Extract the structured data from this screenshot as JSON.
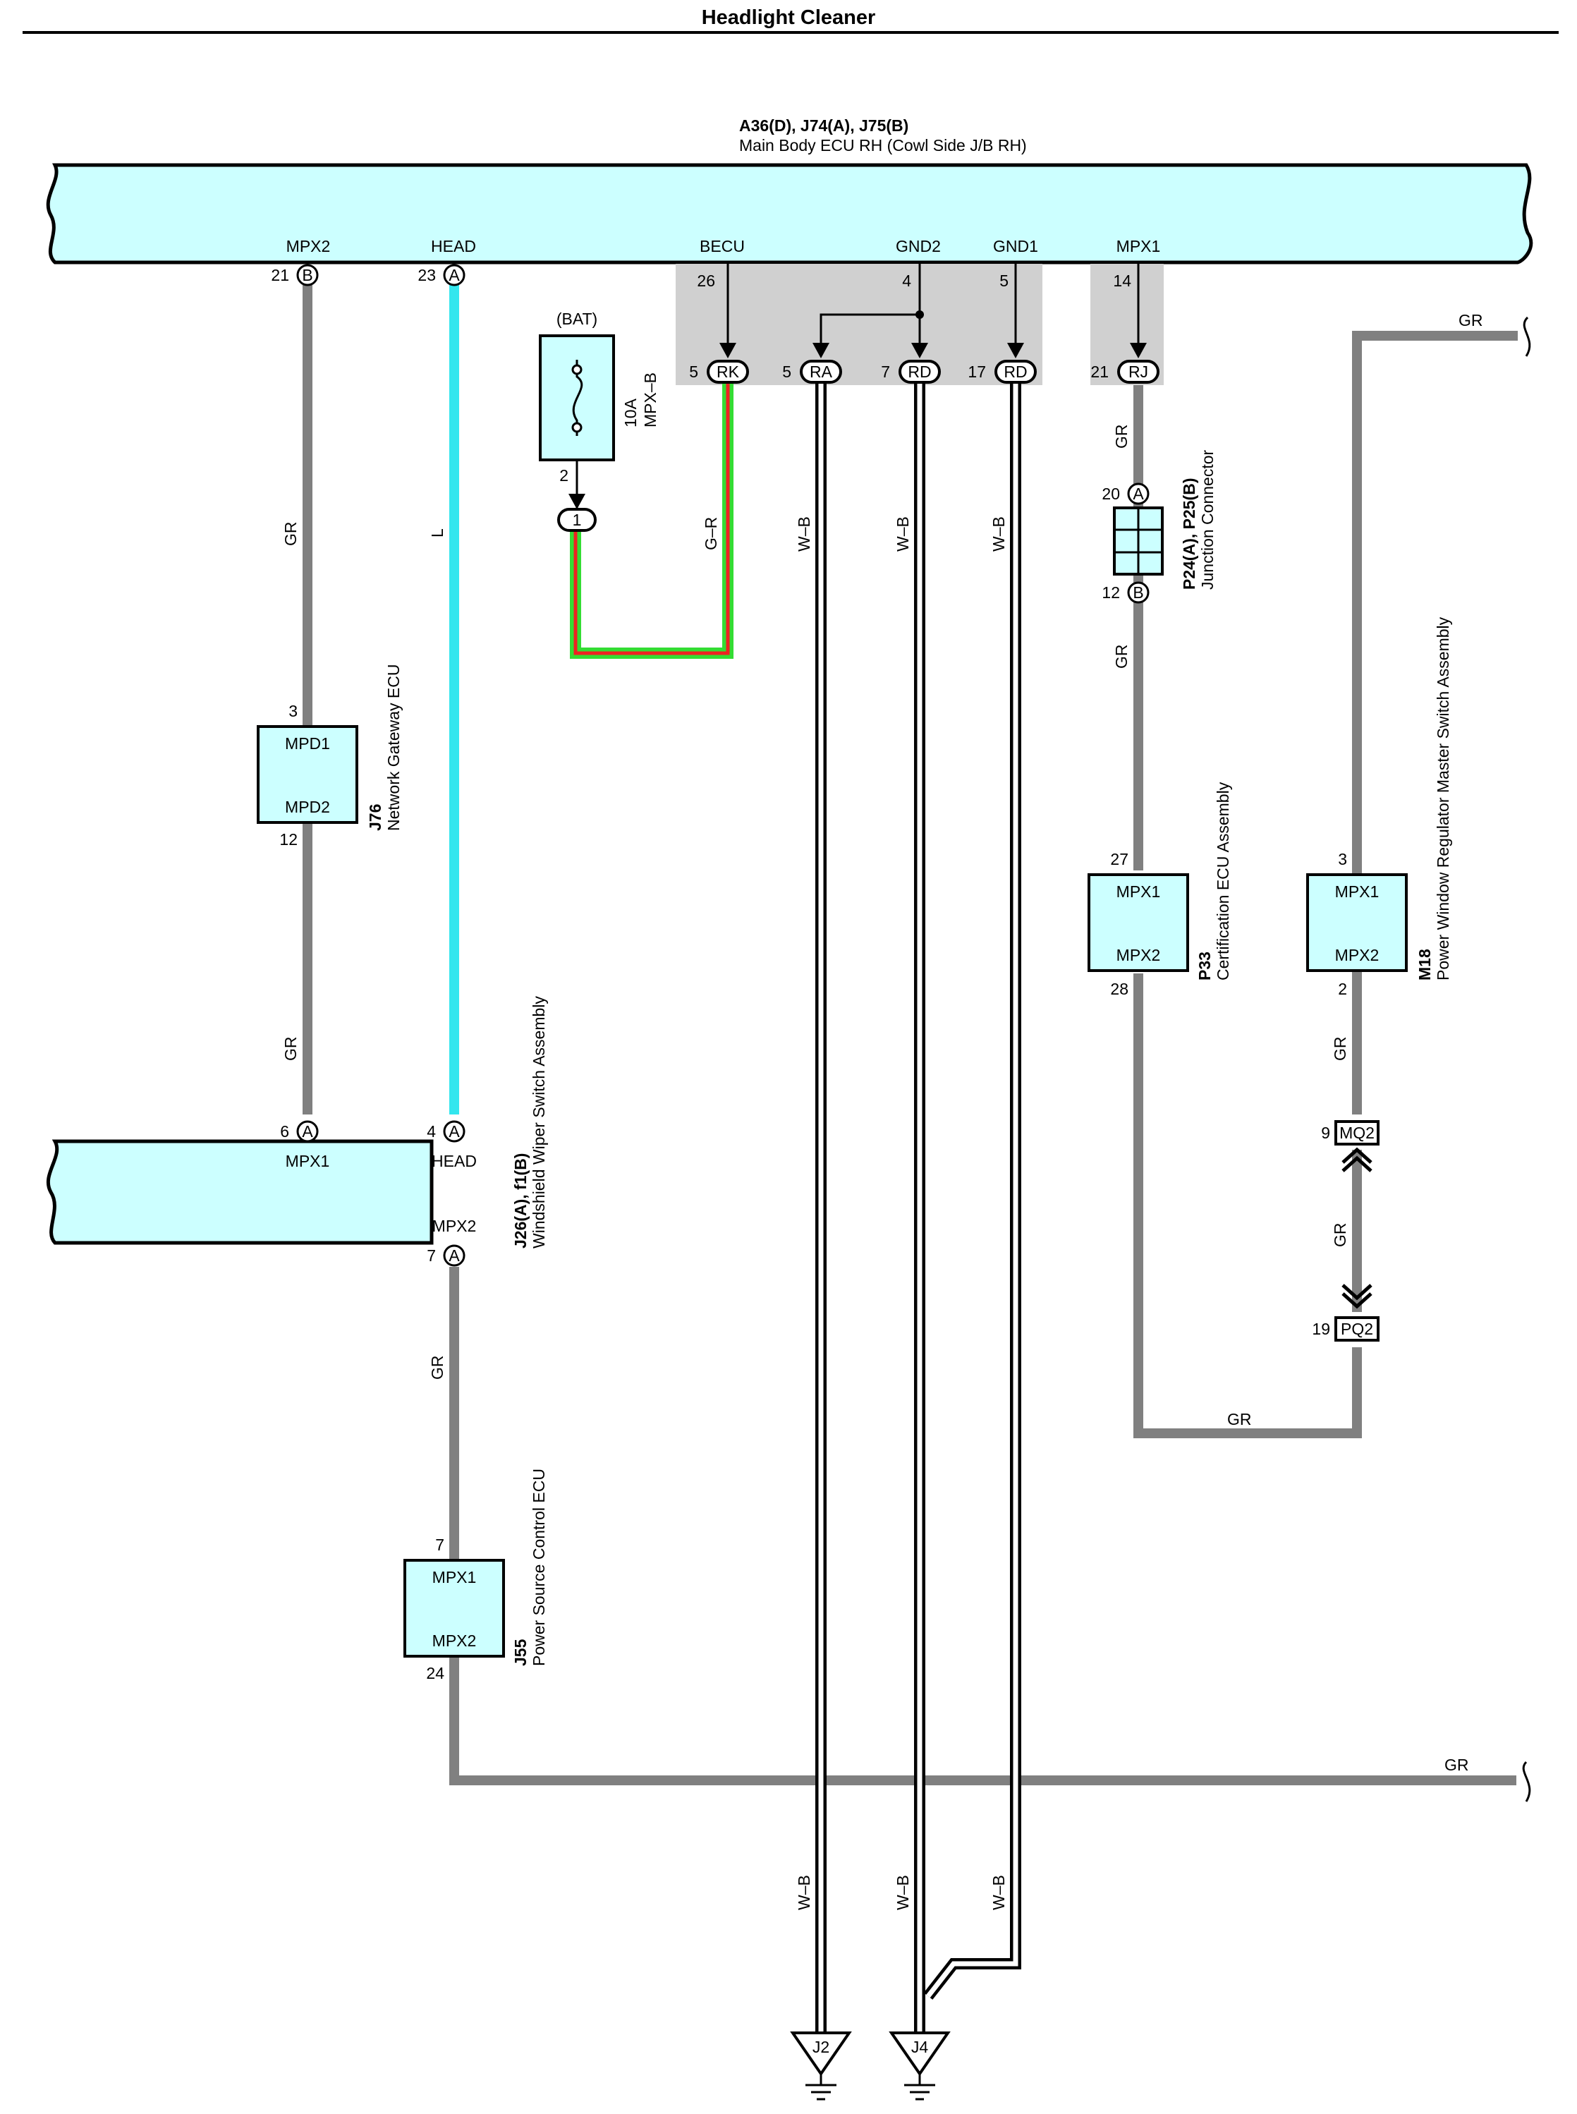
{
  "title": "Headlight Cleaner",
  "colors": {
    "ecu_fill": "#ccffff",
    "wire_gr": "#808080",
    "wire_l": "#33e6ee",
    "wire_wb_outer": "#000000",
    "wire_wb_inner": "#ffffff",
    "wire_g": "#33dd33",
    "wire_r": "#ee2222",
    "conn_box": "#d0d0d0"
  },
  "main_ecu": {
    "code": "A36(D), J74(A), J75(B)",
    "name": "Main Body ECU RH (Cowl Side J/B RH)",
    "pins": {
      "mpx2": "MPX2",
      "head": "HEAD",
      "becu": "BECU",
      "gnd2": "GND2",
      "gnd1": "GND1",
      "mpx1": "MPX1"
    },
    "pin_nums": {
      "mpx2": "21",
      "head": "23",
      "becu": "26",
      "gnd2": "4",
      "gnd1": "5",
      "mpx1": "14"
    },
    "pin_conn": {
      "mpx2": "B",
      "head": "A"
    }
  },
  "junctions": {
    "rk": {
      "num": "5",
      "id": "RK"
    },
    "ra": {
      "num": "5",
      "id": "RA"
    },
    "rd7": {
      "num": "7",
      "id": "RD"
    },
    "rd17": {
      "num": "17",
      "id": "RD"
    },
    "rj": {
      "num": "21",
      "id": "RJ"
    }
  },
  "fuse": {
    "source": "(BAT)",
    "rating": "10A",
    "name": "MPX–B",
    "pin": "2",
    "conn": "1"
  },
  "wires": {
    "gr": "GR",
    "l": "L",
    "gr_r": "G–R",
    "wb": "W–B"
  },
  "gateway": {
    "code": "J76",
    "name": "Network Gateway ECU",
    "pin_top": "3",
    "pin_bot": "12",
    "label_top": "MPD1",
    "label_bot": "MPD2"
  },
  "wiper": {
    "code": "J26(A), f1(B)",
    "name": "Windshield Wiper Switch Assembly",
    "p1": "6",
    "p1c": "A",
    "p2": "4",
    "p2c": "A",
    "p3": "7",
    "p3c": "A",
    "l_mpx1": "MPX1",
    "l_head": "HEAD",
    "l_mpx2": "MPX2"
  },
  "power_source": {
    "code": "J55",
    "name": "Power Source Control ECU",
    "pin_top": "7",
    "pin_bot": "24",
    "label_top": "MPX1",
    "label_bot": "MPX2"
  },
  "junction_conn": {
    "code": "P24(A), P25(B)",
    "name": "Junction Connector",
    "pin_top": "20",
    "pin_top_c": "A",
    "pin_bot": "12",
    "pin_bot_c": "B"
  },
  "cert": {
    "code": "P33",
    "name": "Certification ECU Assembly",
    "pin_top": "27",
    "pin_bot": "28",
    "label_top": "MPX1",
    "label_bot": "MPX2"
  },
  "window": {
    "code": "M18",
    "name": "Power Window Regulator Master Switch Assembly",
    "pin_top": "3",
    "pin_bot": "2",
    "label_top": "MPX1",
    "label_bot": "MPX2"
  },
  "inline": {
    "mq2_num": "9",
    "mq2": "MQ2",
    "pq2_num": "19",
    "pq2": "PQ2"
  },
  "grounds": {
    "j2": "J2",
    "j4": "J4"
  }
}
